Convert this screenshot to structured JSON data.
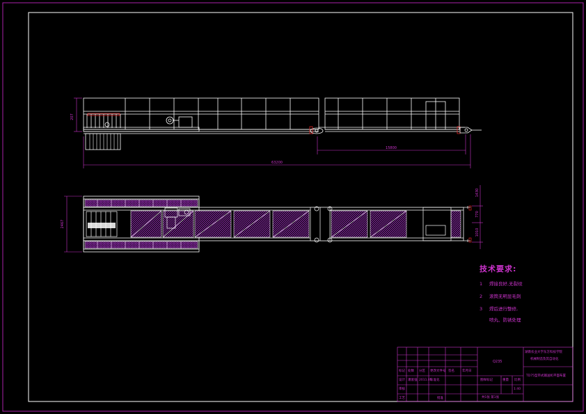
{
  "colors": {
    "background": "#000000",
    "line": "#ffffff",
    "border": "#aa22aa",
    "dimension": "#cc33cc",
    "hatch": "#aa33cc",
    "text": "#cc33cc",
    "red": "#dd2222"
  },
  "dimensions": {
    "top_height": "207",
    "right_span": "15800",
    "overall_length": "63200",
    "left_width": "2467",
    "right_upper": "1430",
    "right_mid": "770",
    "right_lower": "1010"
  },
  "technical_requirements": {
    "heading": "技术要求:",
    "items": [
      {
        "num": "1",
        "text": "焊接良好,无裂纹"
      },
      {
        "num": "2",
        "text": "滚筒无明显毛刺"
      },
      {
        "num": "3",
        "text": "焊后进行整修,"
      }
    ],
    "continuation": "喷丸、防锈处理"
  },
  "title_block": {
    "school": "湖南农业大学东方科技学院",
    "school2": "机械制造及其自动化",
    "drawing_title": "TD75型带式输送机平面布置",
    "scale_hdr": "图样标记",
    "weight_hdr": "重量",
    "ratio_hdr": "比例",
    "ratio_val": "1:40",
    "sheet": "共1张  第1张",
    "material": "Q235",
    "rows": [
      {
        "a": "标记",
        "b": "处数",
        "c": "分区",
        "d": "更改文件号",
        "e": "签名",
        "f": "年月日"
      },
      {
        "a": "设计",
        "b": "潘富强",
        "c": "2011.05",
        "d": "标准化",
        "e": "",
        "f": ""
      },
      {
        "a": "审核",
        "b": "",
        "c": "",
        "d": "",
        "e": "",
        "f": ""
      },
      {
        "a": "工艺",
        "b": "",
        "c": "",
        "d": "批准",
        "e": "",
        "f": ""
      }
    ]
  }
}
